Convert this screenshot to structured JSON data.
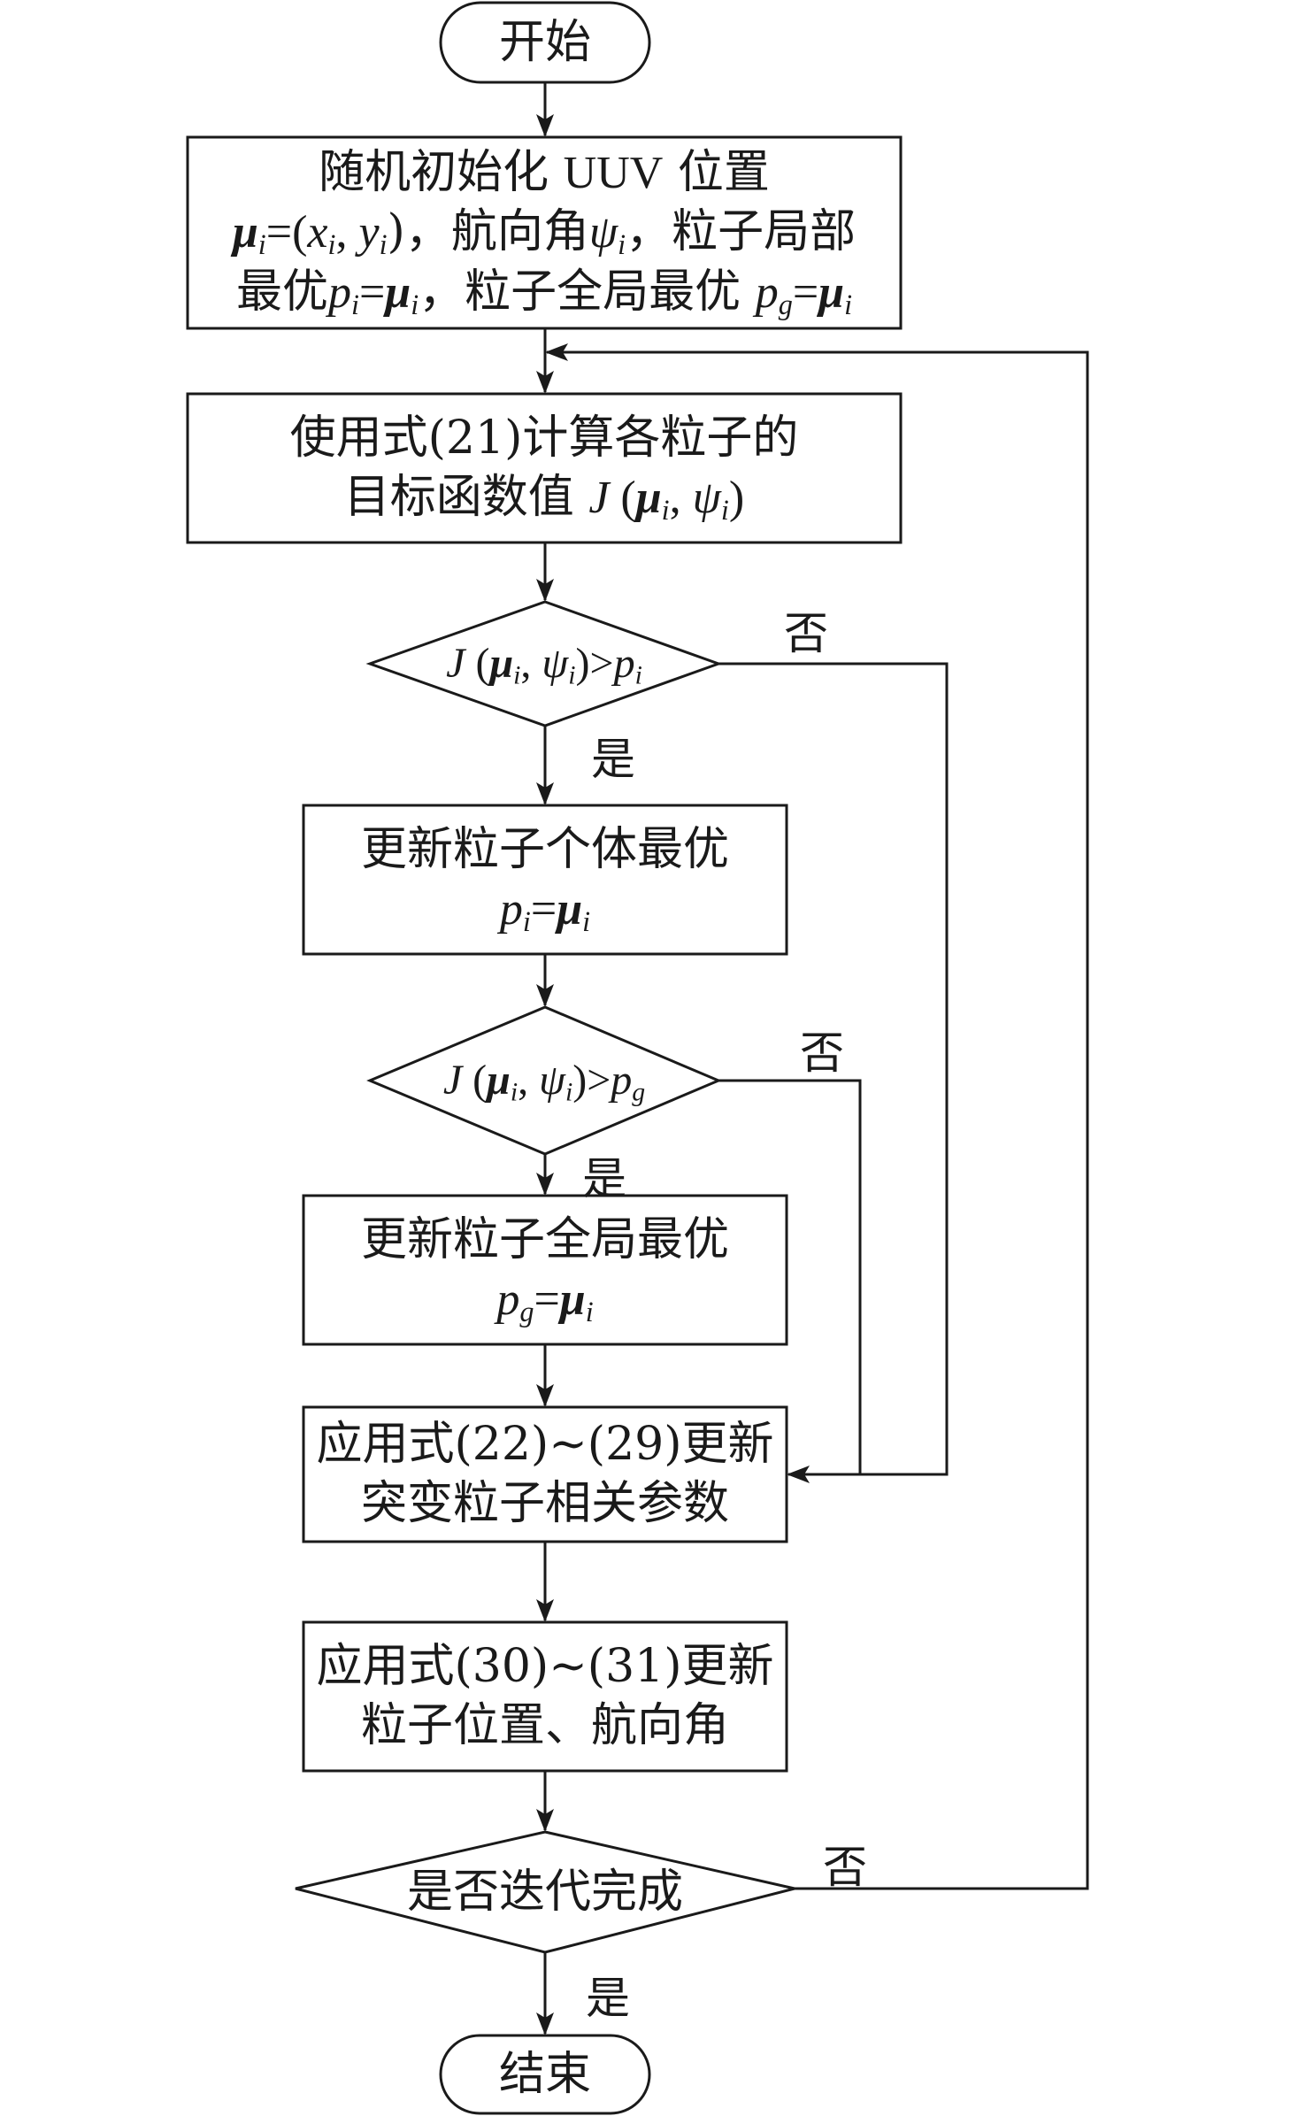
{
  "start": "开始",
  "end": "结束",
  "init": {
    "line1_a": "随机初始化 ",
    "line1_b": "UUV",
    "line1_c": " 位置",
    "mu": "μ",
    "i": "i",
    "eq_paren": "=(",
    "x": "x",
    "comma": ", ",
    "y": "y",
    "close_comma": ")，",
    "heading_text": "航向角",
    "psi": "ψ",
    "fullwidth_comma": "，",
    "local_best": "粒子局部",
    "line3_a": "最优",
    "p": "p",
    "eq": "=",
    "global_best": "粒子全局最优 ",
    "g": "g"
  },
  "compute": {
    "line1": "使用式(21)计算各粒子的",
    "line2_a": "目标函数值 ",
    "J": "J",
    "open": " (",
    "sep": ", ",
    "close": ")"
  },
  "cond1": {
    "J": "J",
    "open": " (",
    "sep": ", ",
    "close": ")>"
  },
  "update_local": {
    "title": "更新粒子个体最优"
  },
  "cond2": {
    "J": "J",
    "open": " (",
    "sep": ", ",
    "close": ")>"
  },
  "update_global": {
    "title": "更新粒子全局最优"
  },
  "mutation": {
    "line1": "应用式(22)~(29)更新",
    "line2": "突变粒子相关参数"
  },
  "position_update": {
    "line1": "应用式(30)~(31)更新",
    "line2": "粒子位置、航向角"
  },
  "cond3": {
    "text": "是否迭代完成"
  },
  "labels": {
    "yes": "是",
    "no": "否"
  }
}
